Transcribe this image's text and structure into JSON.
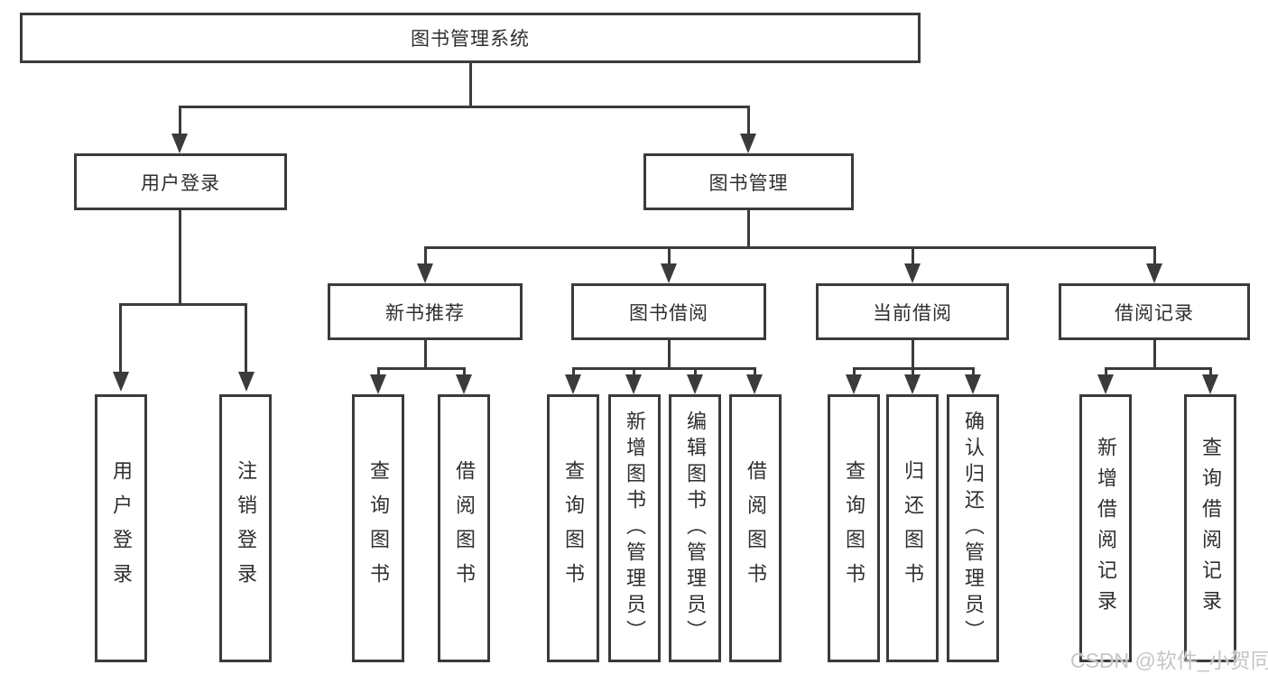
{
  "diagram_title": "图书管理系统",
  "nodes": {
    "root": "图书管理系统",
    "l2": [
      "用户登录",
      "图书管理"
    ],
    "l3": [
      "新书推荐",
      "图书借阅",
      "当前借阅",
      "借阅记录"
    ],
    "leaves": [
      "用户登录",
      "注销登录",
      "查询图书",
      "借阅图书",
      "查询图书",
      "新增图书（管理员）",
      "编辑图书（管理员）",
      "借阅图书",
      "查询图书",
      "归还图书",
      "确认归还（管理员）",
      "新增借阅记录",
      "查询借阅记录"
    ]
  },
  "hierarchy": {
    "图书管理系统": [
      "用户登录",
      "图书管理"
    ],
    "用户登录": [
      "用户登录",
      "注销登录"
    ],
    "图书管理": [
      "新书推荐",
      "图书借阅",
      "当前借阅",
      "借阅记录"
    ],
    "新书推荐": [
      "查询图书",
      "借阅图书"
    ],
    "图书借阅": [
      "查询图书",
      "新增图书（管理员）",
      "编辑图书（管理员）",
      "借阅图书"
    ],
    "当前借阅": [
      "查询图书",
      "归还图书",
      "确认归还（管理员）"
    ],
    "借阅记录": [
      "新增借阅记录",
      "查询借阅记录"
    ]
  },
  "watermark": {
    "text": "CSDN @软件_小贺同学"
  },
  "colors": {
    "line": "#3b3b3b",
    "box_border": "#3b3b3b",
    "text": "#2f2f2f",
    "background": "#ffffff",
    "watermark": "#c6c6c6"
  }
}
